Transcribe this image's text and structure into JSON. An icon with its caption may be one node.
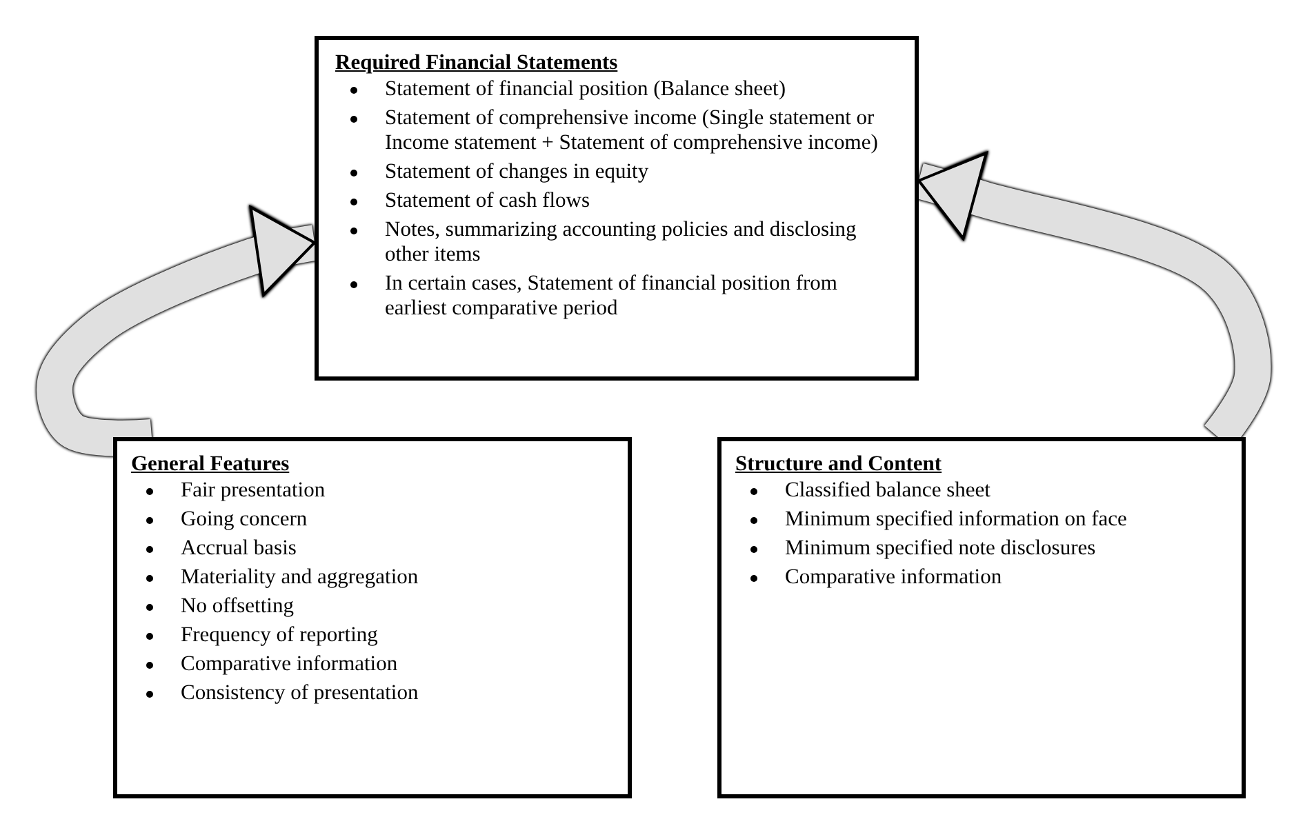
{
  "diagram": {
    "nodes": [
      {
        "text": [
          "Required Financial Statements",
          "Statement of financial position (Balance sheet)",
          "Statement of comprehensive income (Single statement or Income statement + Statement of comprehensive income)",
          "Statement of changes in equity",
          "Statement of cash flows",
          "Notes, summarizing accounting policies and disclosing other items",
          "In certain cases, Statement of financial position from earliest comparative period"
        ]
      },
      {
        "text": [
          "General Features",
          "Fair presentation",
          "Going concern",
          "Accrual basis",
          "Materiality and aggregation",
          "No offsetting",
          "Frequency of reporting",
          "Comparative information",
          "Consistency of presentation"
        ]
      },
      {
        "text": [
          "Structure and Content",
          "Classified balance sheet",
          "Minimum specified information on face",
          "Minimum specified note disclosures",
          "Comparative information"
        ]
      }
    ],
    "edges": [
      {
        "from": 1,
        "to": 0,
        "arrow": "to"
      },
      {
        "from": 2,
        "to": 0,
        "arrow": "to"
      }
    ]
  }
}
